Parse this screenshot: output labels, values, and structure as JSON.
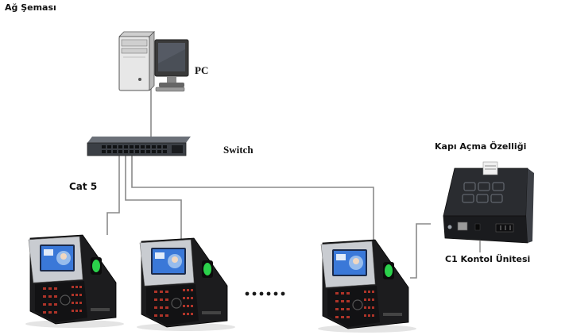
{
  "title": "Ağ Şeması",
  "pc": {
    "label": "PC"
  },
  "switch": {
    "label": "Switch"
  },
  "cable": {
    "label": "Cat 5"
  },
  "door": {
    "label": "Kapı Açma Özelliği"
  },
  "controller": {
    "label": "C1 Kontol Ünitesi"
  },
  "colors": {
    "cable": "#8a8a8a",
    "device_body": "#1c1c1e",
    "screen": "#3a78d8",
    "fingerprint_glow": "#2bd14b",
    "keypad": "#c0392b"
  }
}
